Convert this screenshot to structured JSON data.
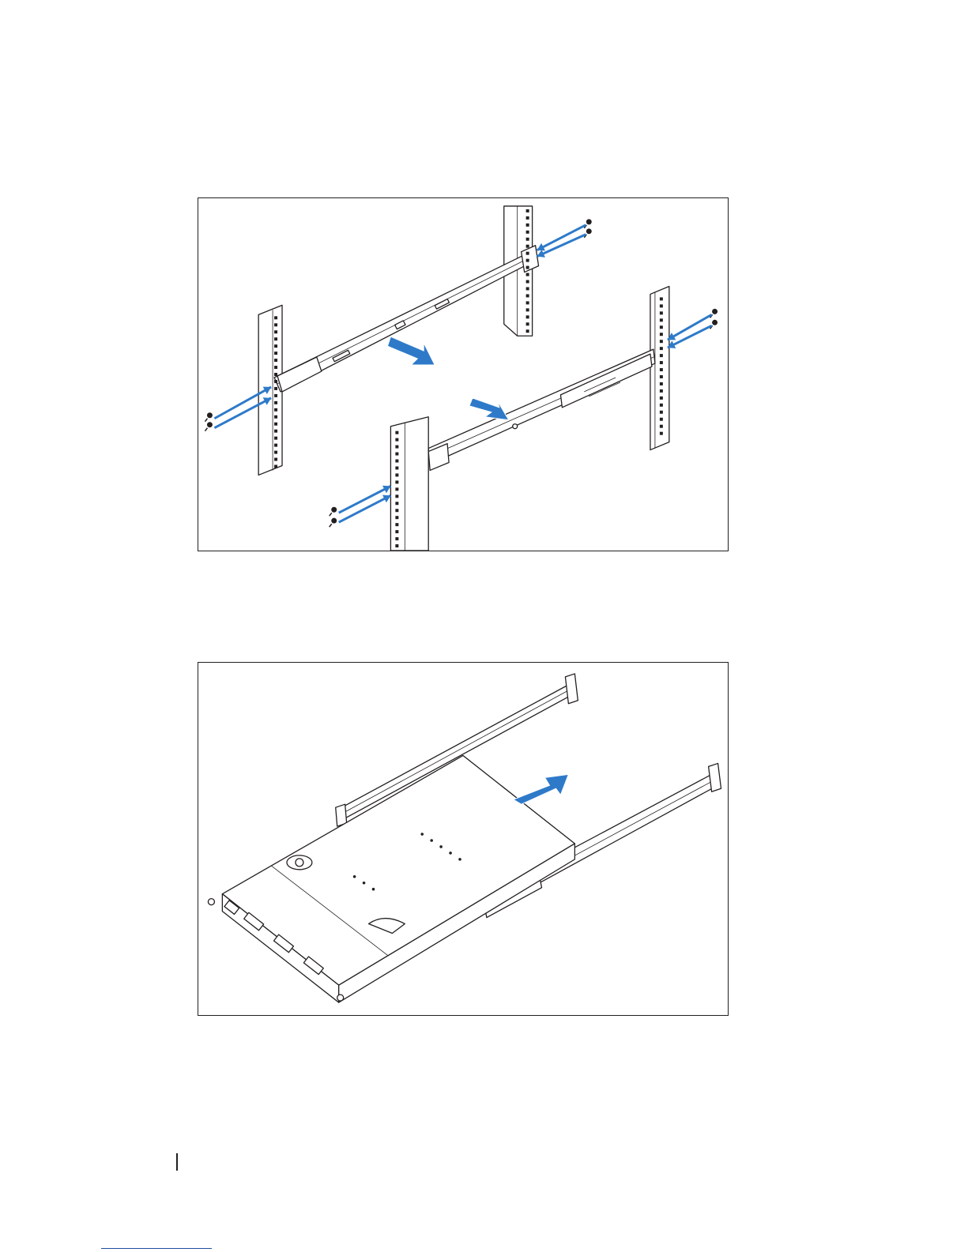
{
  "colors": {
    "accent_arrow": "#2e7ac9",
    "line_art": "#231f20",
    "page_background": "#ffffff",
    "footer_link_rule": "#1f4ea1"
  },
  "figures": [
    {
      "id": "fig1",
      "alt_icon": "rail-installation-illustration"
    },
    {
      "id": "fig2",
      "alt_icon": "server-slide-in-illustration"
    }
  ]
}
